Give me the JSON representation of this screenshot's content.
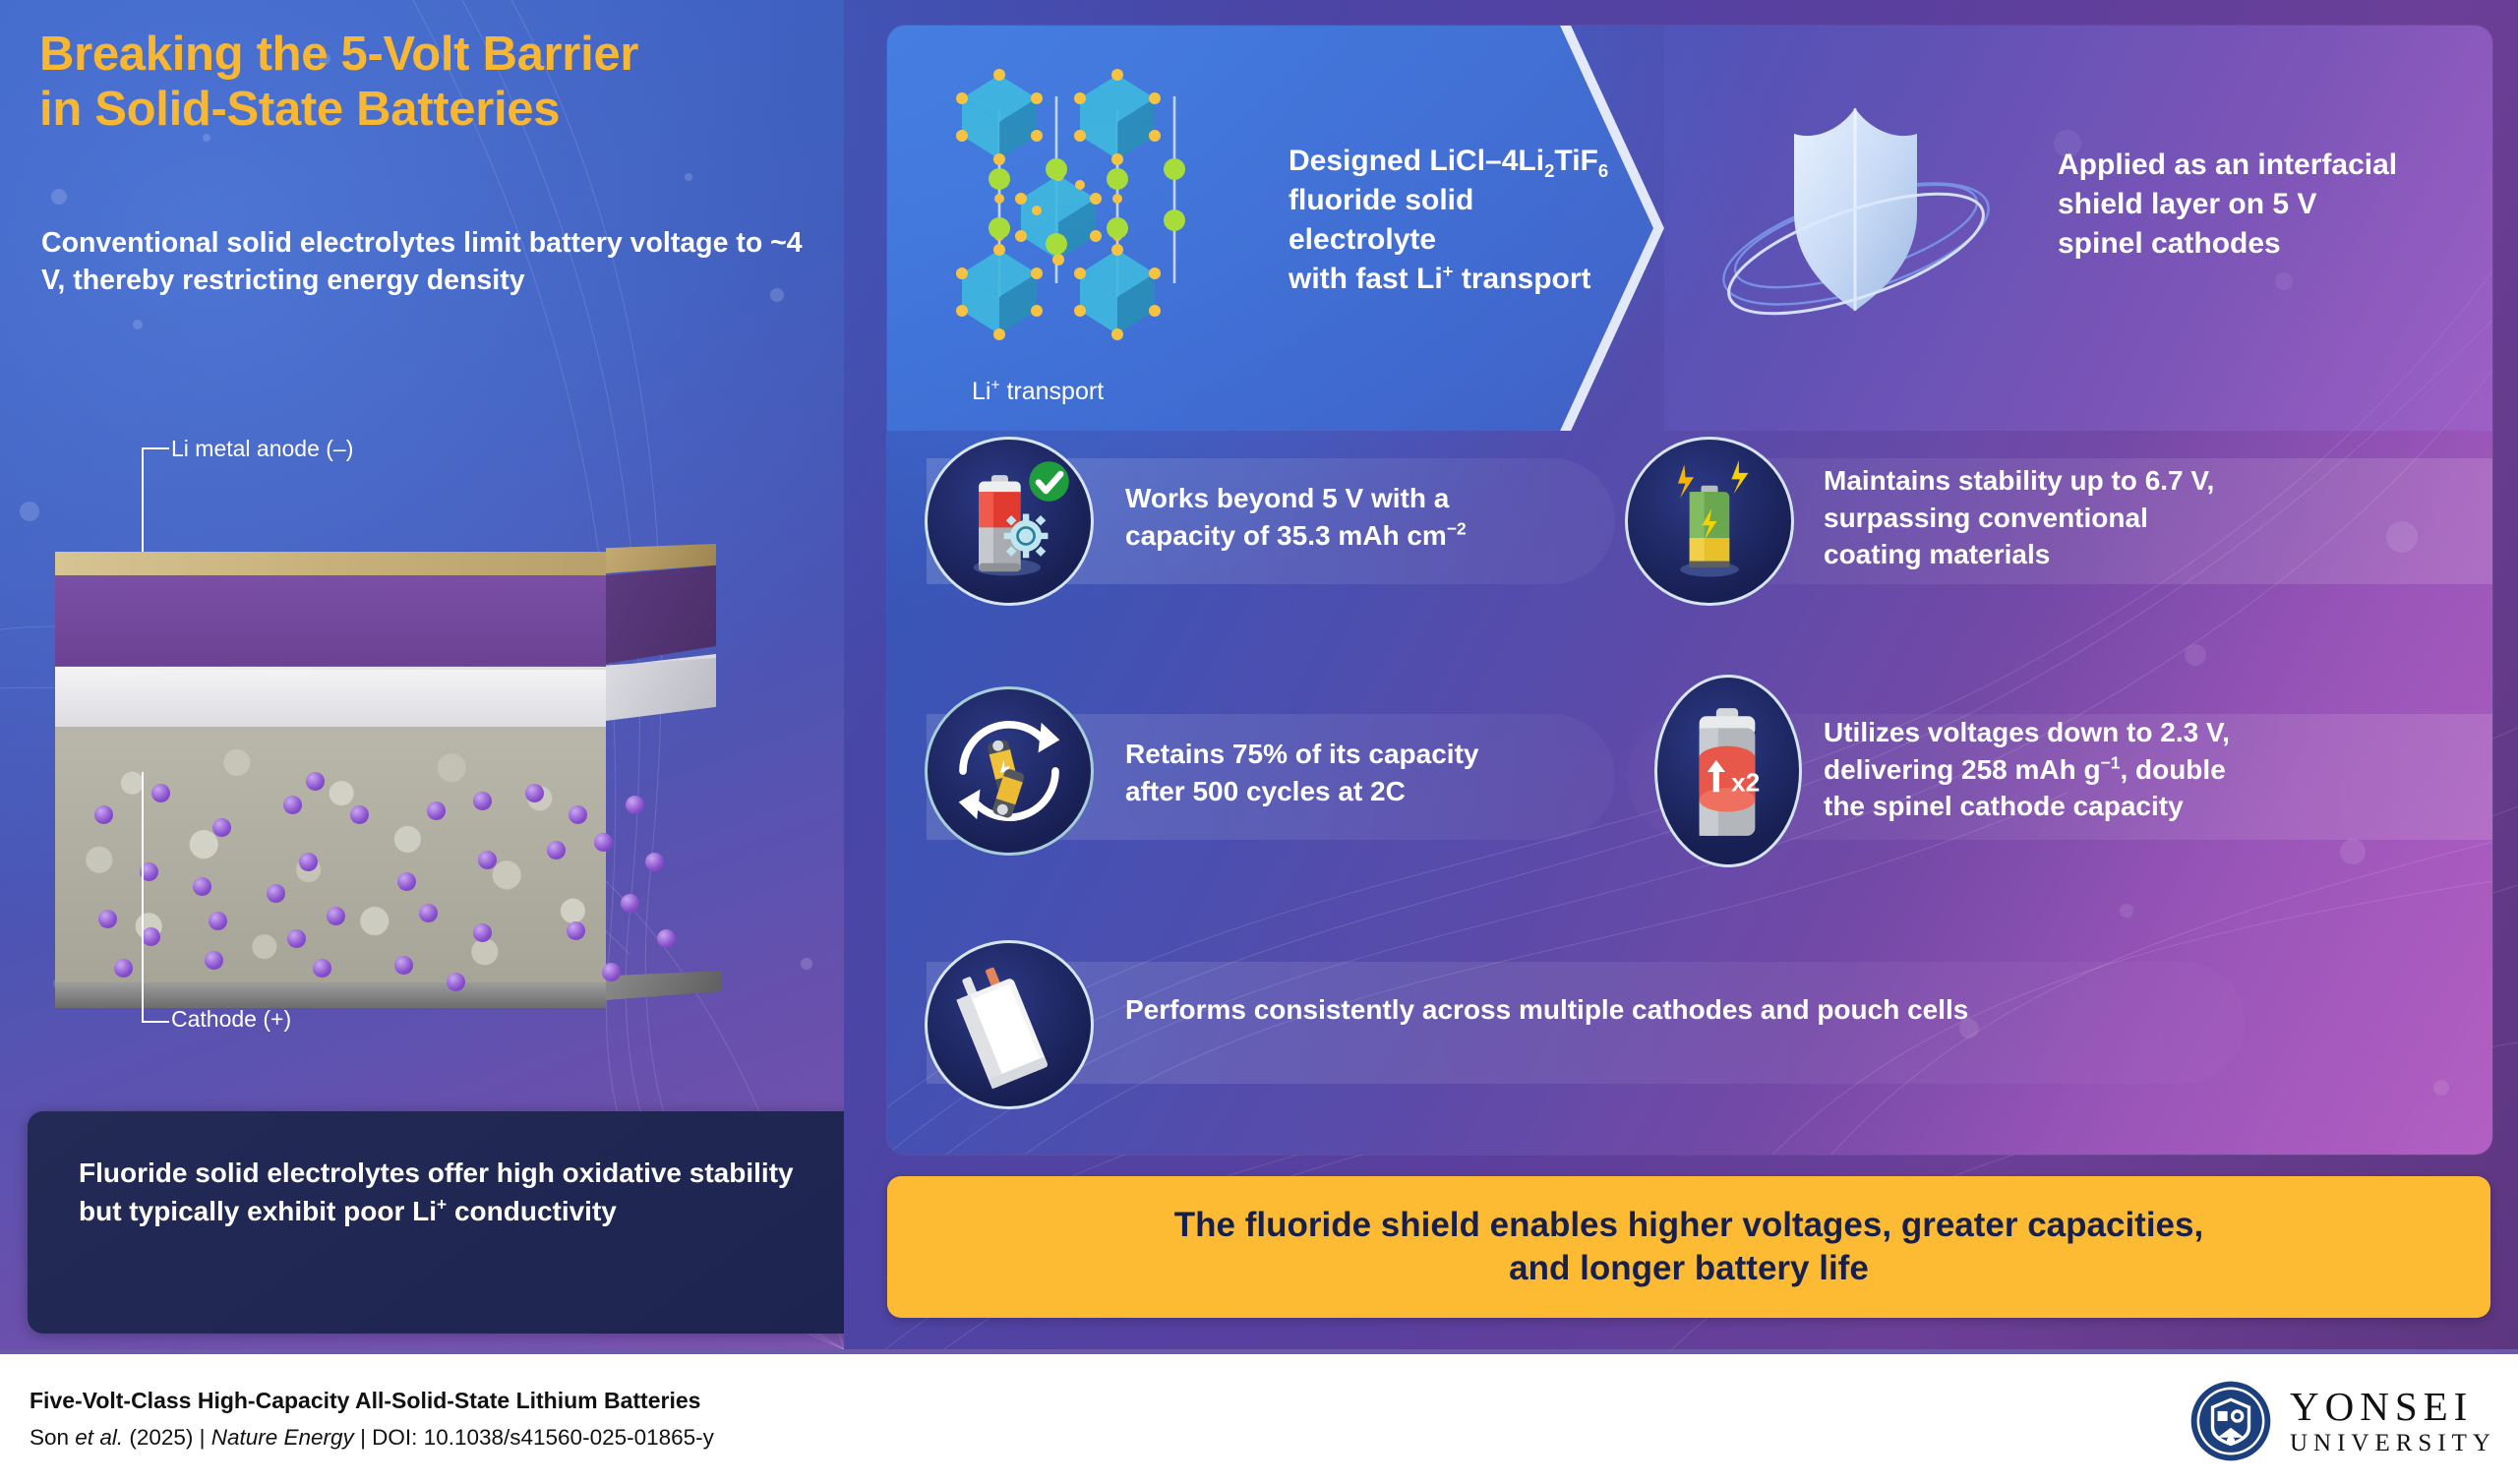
{
  "colors": {
    "title_yellow": "#f7b733",
    "banner_yellow": "#fcbb33",
    "banner_text": "#17204c",
    "panel_blue": "#3c62c4",
    "panel_purple": "#b35fc2",
    "footer_rule": "#6d5aa8"
  },
  "left": {
    "title_line1": "Breaking the 5-Volt Barrier",
    "title_line2": "in Solid-State Batteries",
    "subtitle": "Conventional solid electrolytes limit battery voltage to ~4 V, thereby restricting energy density",
    "diagram": {
      "anode_label": "Li metal anode (–)",
      "cathode_label": "Cathode (+)"
    },
    "note_box": {
      "text_part1": "Fluoride solid electrolytes offer high oxidative stability but typically exhibit poor Li",
      "sup": "+",
      "text_part2": " conductivity"
    }
  },
  "right": {
    "hero": {
      "left": {
        "icon": "crystal-lattice-icon",
        "caption_main": "Li",
        "caption_sup": "+",
        "caption_rest": " transport",
        "text_line1_a": "Designed LiCl–4Li",
        "text_line1_sub": "2",
        "text_line1_b": "TiF",
        "text_line1_sub2": "6",
        "text_line2": "fluoride solid electrolyte",
        "text_line3_a": "with fast Li",
        "text_line3_sup": "+",
        "text_line3_b": " transport"
      },
      "right": {
        "icon": "shield-icon",
        "text_line1": "Applied as an interfacial",
        "text_line2": "shield layer on 5 V",
        "text_line3": "spinel cathodes"
      }
    },
    "features": [
      {
        "icon": "battery-check-gear-icon",
        "line1": "Works beyond 5 V with a",
        "line2_a": "capacity of 35.3 mAh cm",
        "line2_sup": "−2",
        "line2_b": ""
      },
      {
        "icon": "battery-bolt-icon",
        "line1": "Maintains stability up to 6.7 V,",
        "line2_a": "surpassing conventional",
        "line2_sup": "",
        "line2_b": "",
        "line3": "coating materials"
      },
      {
        "icon": "battery-cycle-icon",
        "line1": "Retains 75% of its capacity",
        "line2_a": "after 500 cycles at 2C",
        "line2_sup": "",
        "line2_b": ""
      },
      {
        "icon": "battery-double-capacity-icon",
        "icon_badge": "x2",
        "line1": "Utilizes voltages down to 2.3 V,",
        "line2_a": "delivering 258 mAh g",
        "line2_sup": "−1",
        "line2_b": ", double",
        "line3": "the spinel cathode capacity"
      },
      {
        "icon": "pouch-cell-icon",
        "line1": "Performs consistently across multiple cathodes and pouch cells",
        "line2_a": "",
        "line2_sup": "",
        "line2_b": ""
      }
    ],
    "banner": {
      "line1": "The fluoride shield enables higher voltages, greater capacities,",
      "line2": "and longer battery life"
    }
  },
  "footer": {
    "paper_title": "Five-Volt-Class High-Capacity All-Solid-State Lithium Batteries",
    "authors": "Son ",
    "authors_italic": "et al.",
    "year": " (2025)",
    "sep1": "  |  ",
    "journal": "Nature Energy",
    "sep2": "  |  ",
    "doi": "DOI: 10.1038/s41560-025-01865-y",
    "logo_line1": "YONSEI",
    "logo_line2": "UNIVERSITY",
    "logo_icon": "yonsei-crest-icon"
  }
}
